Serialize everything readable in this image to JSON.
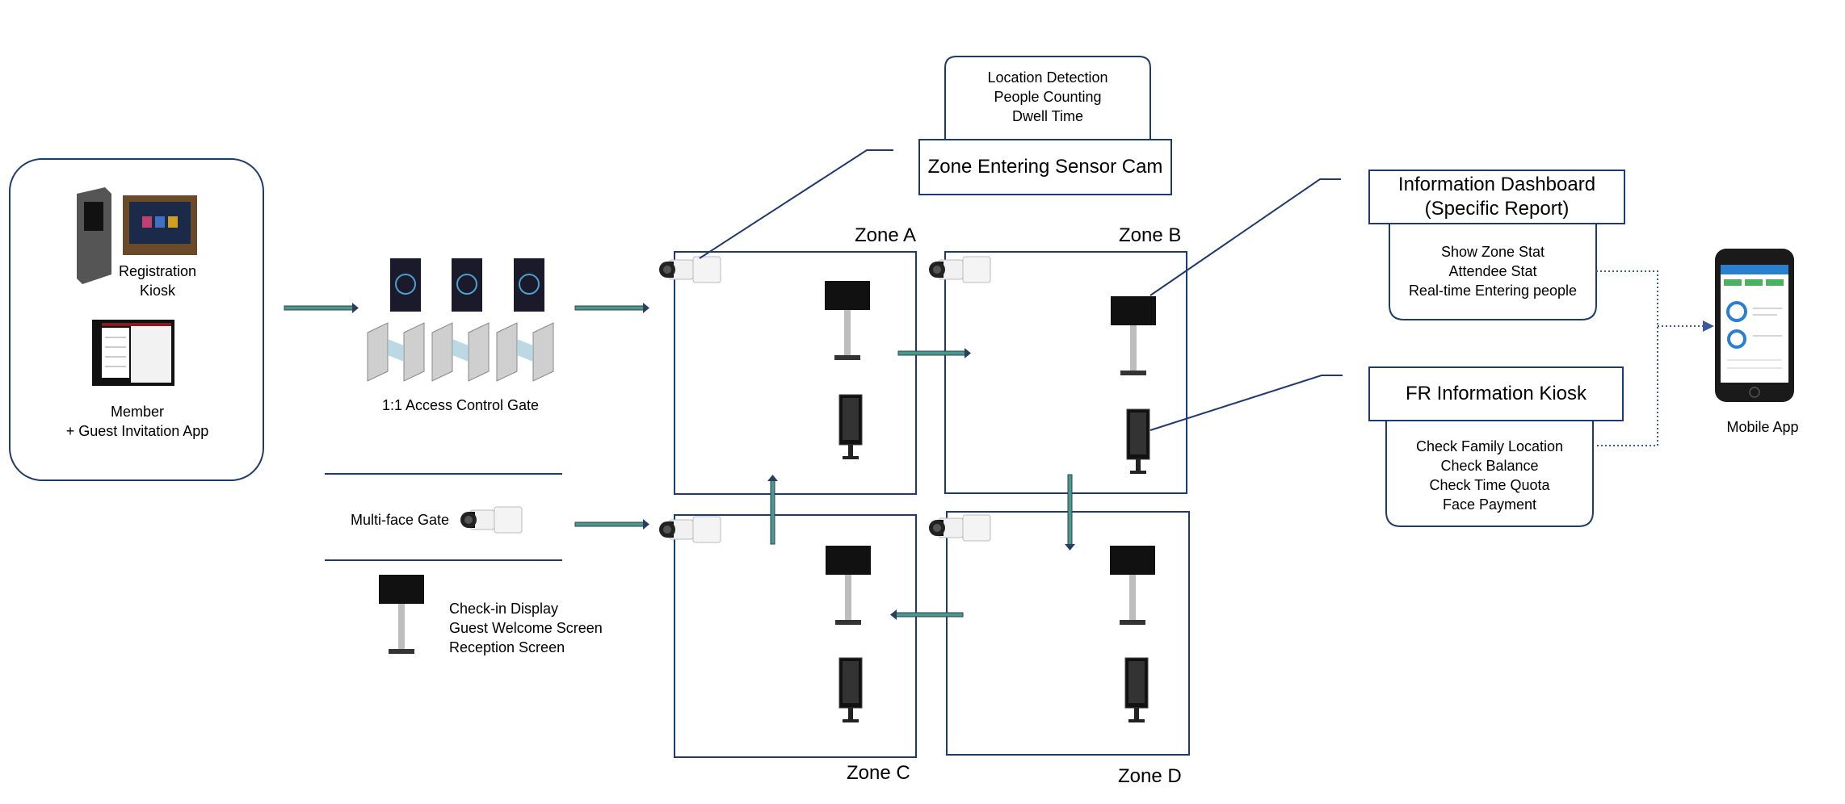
{
  "registration": {
    "kiosk_label": [
      "Registration",
      "Kiosk"
    ],
    "app_label": [
      "Member",
      "+ Guest Invitation App"
    ]
  },
  "access_gate": {
    "label": "1:1 Access Control Gate"
  },
  "multi_face_gate": {
    "label": "Multi-face Gate"
  },
  "checkin_display": {
    "lines": [
      "Check-in Display",
      "Guest Welcome Screen",
      "Reception Screen"
    ]
  },
  "sensor_cam": {
    "title": "Zone Entering Sensor Cam",
    "features": [
      "Location Detection",
      "People Counting",
      "Dwell Time"
    ]
  },
  "zones": {
    "a": "Zone A",
    "b": "Zone B",
    "c": "Zone C",
    "d": "Zone D"
  },
  "dashboard": {
    "title": [
      "Information Dashboard",
      "(Specific Report)"
    ],
    "features": [
      "Show Zone Stat",
      "Attendee Stat",
      "Real-time Entering people"
    ]
  },
  "fr_kiosk": {
    "title": "FR Information Kiosk",
    "features": [
      "Check Family Location",
      "Check Balance",
      "Check Time Quota",
      "Face Payment"
    ]
  },
  "mobile_app": {
    "label": "Mobile App"
  },
  "colors": {
    "line": "#1f3a70",
    "arrow": "#4a9a86",
    "arrow_edge": "#2a3f5f",
    "dotted": "#3a5aa0"
  }
}
